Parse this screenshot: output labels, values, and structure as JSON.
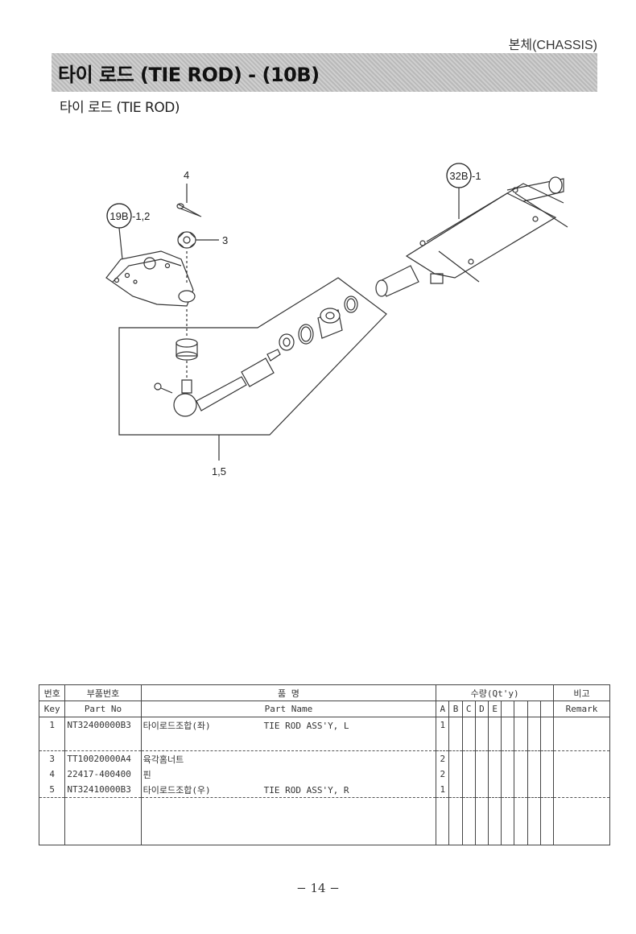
{
  "header": {
    "section_label": "본체(CHASSIS)",
    "title": "타이 로드 (TIE ROD) - (10B)",
    "subtitle": "타이 로드 (TIE ROD)"
  },
  "diagram": {
    "callouts": {
      "ref_19b": "19B",
      "ref_19b_suffix": "-1,2",
      "ref_32b": "32B",
      "ref_32b_suffix": "-1",
      "key_4": "4",
      "key_3": "3",
      "key_15": "1,5"
    }
  },
  "table": {
    "headers": {
      "key_kr": "번호",
      "key_en": "Key",
      "partno_kr": "부품번호",
      "partno_en": "Part No",
      "partname_kr": "품 명",
      "partname_en": "Part Name",
      "qty_kr": "수량(Qt'y)",
      "qty_cols": [
        "A",
        "B",
        "C",
        "D",
        "E",
        "",
        "",
        "",
        ""
      ],
      "remark_kr": "비고",
      "remark_en": "Remark"
    },
    "rows": [
      {
        "key": "1",
        "part_no": "NT32400000B3",
        "name_kr": "타이로드조합(좌)",
        "name_en": "TIE ROD ASS'Y, L",
        "qty_a": "1"
      },
      {
        "key": "",
        "part_no": "",
        "name_kr": "",
        "name_en": "",
        "qty_a": ""
      },
      {
        "key": "3",
        "part_no": "TT10020000A4",
        "name_kr": "육각홈너트",
        "name_en": "",
        "qty_a": "2"
      },
      {
        "key": "4",
        "part_no": "22417-400400",
        "name_kr": "핀",
        "name_en": "",
        "qty_a": "2"
      },
      {
        "key": "5",
        "part_no": "NT32410000B3",
        "name_kr": "타이로드조합(우)",
        "name_en": "TIE ROD ASS'Y, R",
        "qty_a": "1"
      }
    ]
  },
  "footer": {
    "page_number": "− 14 −"
  }
}
